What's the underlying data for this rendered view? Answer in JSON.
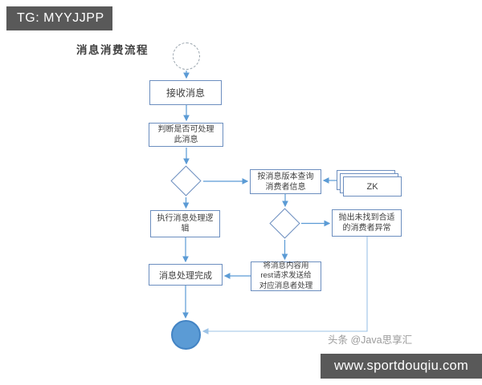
{
  "header": {
    "badge": "TG: MYYJJPP",
    "badge_bg": "#595959"
  },
  "flowchart": {
    "title": "消息消费流程",
    "colors": {
      "connector": "#5b9bd5",
      "connector_light": "#9dc3e6",
      "shape_border": "#6c8ebf",
      "end_fill": "#5b9bd5",
      "end_border": "#4384c4",
      "start_border_dashed": "#97a2ab"
    },
    "nodes": {
      "start": {
        "type": "start-circle-dashed",
        "label": ""
      },
      "receive": {
        "type": "process",
        "label": "接收消息"
      },
      "judge": {
        "type": "process",
        "label": "判断是否可处理\n此消息"
      },
      "decision1": {
        "type": "decision",
        "label": ""
      },
      "query": {
        "type": "process",
        "label": "按消息版本查询\n消费者信息"
      },
      "zk": {
        "type": "stacked-document",
        "label": "ZK"
      },
      "execute": {
        "type": "process",
        "label": "执行消息处理逻\n辑"
      },
      "decision2": {
        "type": "decision",
        "label": ""
      },
      "throw": {
        "type": "process",
        "label": "抛出未找到合适\n的消费者异常"
      },
      "send": {
        "type": "process",
        "label": "将消息内容用\nrest请求发送给\n对应消息者处理"
      },
      "done": {
        "type": "process",
        "label": "消息处理完成"
      },
      "end": {
        "type": "end-circle-filled",
        "label": ""
      }
    },
    "edges": [
      {
        "from": "start",
        "to": "receive"
      },
      {
        "from": "receive",
        "to": "judge"
      },
      {
        "from": "judge",
        "to": "decision1"
      },
      {
        "from": "decision1",
        "to": "query"
      },
      {
        "from": "decision1",
        "to": "execute"
      },
      {
        "from": "zk",
        "to": "query"
      },
      {
        "from": "query",
        "to": "decision2"
      },
      {
        "from": "decision2",
        "to": "throw"
      },
      {
        "from": "decision2",
        "to": "send"
      },
      {
        "from": "send",
        "to": "done"
      },
      {
        "from": "execute",
        "to": "done"
      },
      {
        "from": "done",
        "to": "end"
      },
      {
        "from": "throw",
        "to": "end"
      }
    ]
  },
  "watermark": {
    "credit": "头条 @Java思享汇",
    "site": "www.sportdouqiu.com",
    "site_bg": "#595959"
  }
}
